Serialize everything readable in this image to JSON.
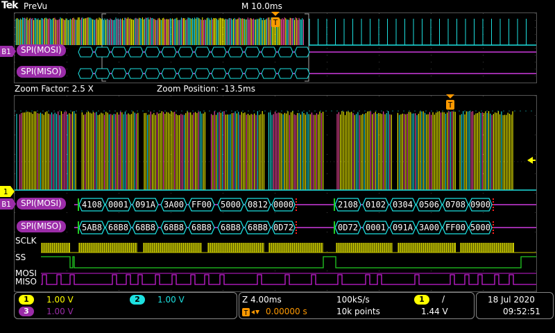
{
  "header": {
    "brand": "Tek",
    "mode": "PreVu",
    "timebase": "M 10.0ms",
    "trigger_marker": "T"
  },
  "overview": {
    "bus_label": "B1",
    "mosi_label": "SPI(MOSI)",
    "miso_label": "SPI(MISO)"
  },
  "zoom_info": {
    "factor": "Zoom Factor: 2.5 X",
    "position": "Zoom Position: -13.5ms"
  },
  "zoom": {
    "ch1_marker": "1",
    "bus_label": "B1",
    "mosi_label": "SPI(MOSI)",
    "miso_label": "SPI(MISO)",
    "mosi_values": [
      "4108",
      "0001",
      "091A",
      "3A00",
      "FF00",
      "5000",
      "0812",
      "0000",
      "2108",
      "0102",
      "0304",
      "0506",
      "0708",
      "0900"
    ],
    "miso_values": [
      "5AB8",
      "68B8",
      "68B8",
      "68B8",
      "68B8",
      "68B8",
      "68B8",
      "0D72",
      "0D72",
      "0001",
      "091A",
      "3A00",
      "FF00",
      "5000"
    ],
    "sclk_label": "SCLK",
    "ss_label": "SS",
    "mosi_digital_label": "MOSI",
    "miso_digital_label": "MISO",
    "trigger_marker": "T"
  },
  "channels": {
    "ch1": {
      "num": "1",
      "scale": "1.00 V",
      "color": "#ffff00"
    },
    "ch2": {
      "num": "2",
      "scale": "1.00 V",
      "color": "#1de0e0"
    },
    "ch3": {
      "num": "3",
      "scale": "1.00 V",
      "color": "#9b2ca8"
    }
  },
  "acquisition": {
    "zoom_time": "Z 4.00ms",
    "trigger_offset": "0.00000 s",
    "sample_rate": "100kS/s",
    "record_length": "10k points",
    "trigger_source": "1",
    "trigger_slope": "/",
    "trigger_level": "1.44 V"
  },
  "datetime": {
    "date": "18 Jul  2020",
    "time": "09:52:51"
  },
  "colors": {
    "ch1": "#ffff00",
    "ch2": "#1de0e0",
    "ch3": "#ff4da6",
    "bus": "#9b2ca8",
    "decode_box": "#1de0e0",
    "trigger": "#ff9900",
    "digital": "#c81ed6",
    "ss": "#22cc22"
  }
}
